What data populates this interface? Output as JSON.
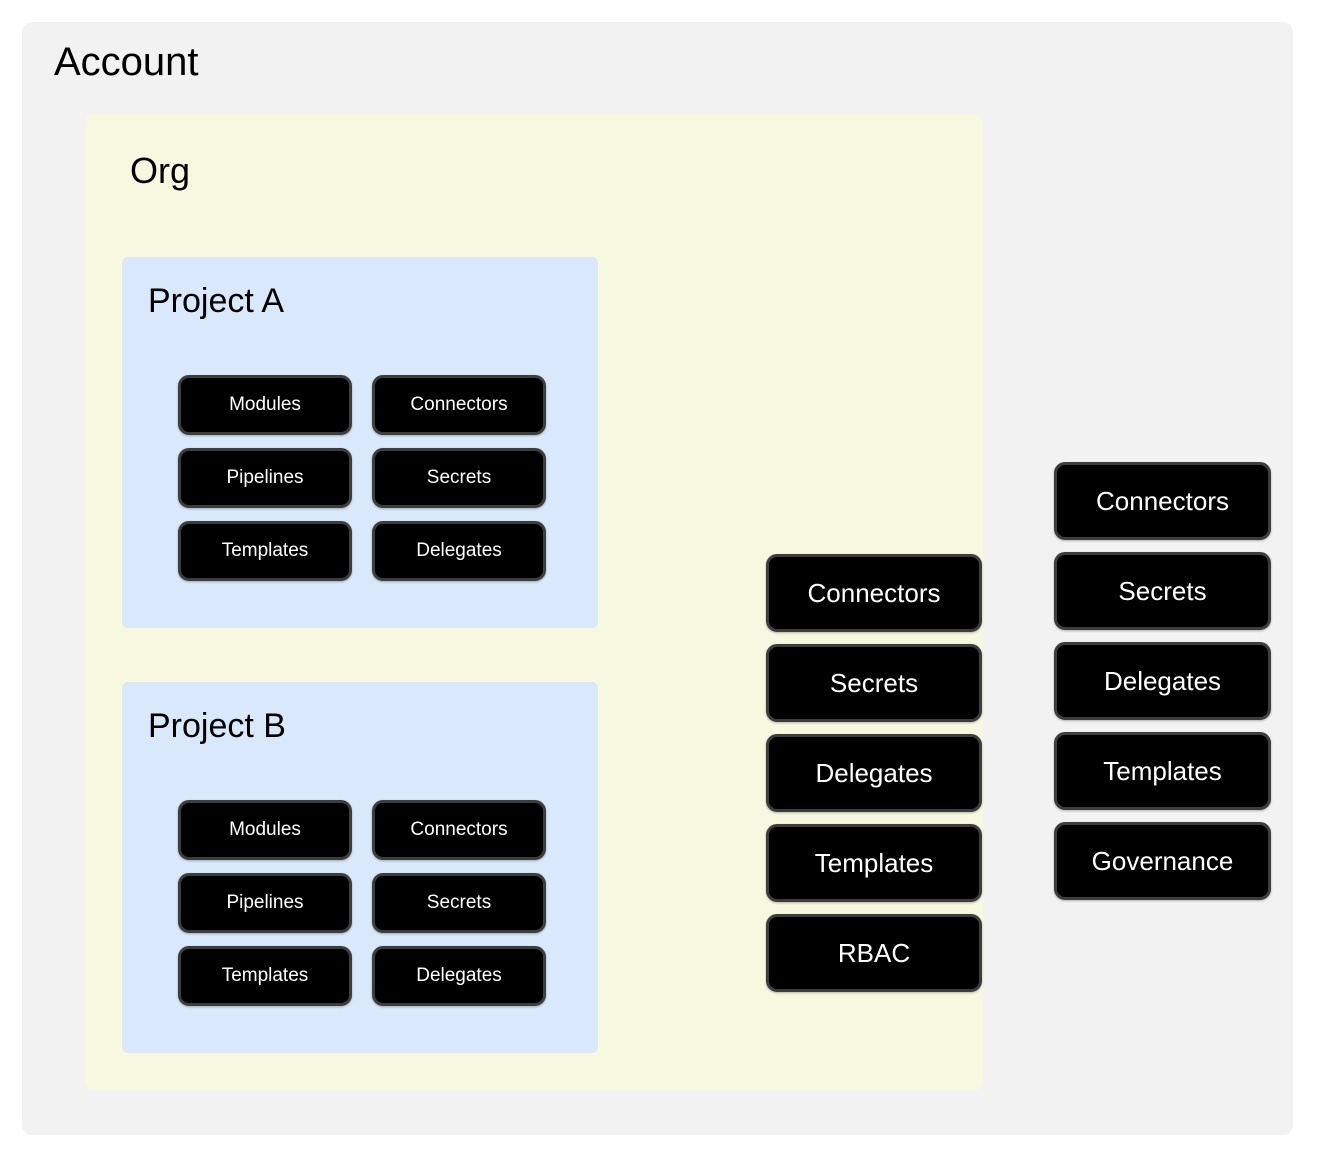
{
  "colors": {
    "page_background": "#ffffff",
    "account_scope_fill": "#f2f2f2",
    "org_scope_fill": "#f6f9e0",
    "project_scope_fill": "#d9e8fb",
    "node_fill": "#000000",
    "node_border": "#3d3d3d",
    "node_text": "#ffffff",
    "title_text": "#000000"
  },
  "diagram": {
    "type": "nested-scope-hierarchy",
    "account": {
      "title": "Account",
      "org": {
        "title": "Org",
        "projects": [
          {
            "title": "Project A",
            "nodes": [
              "Modules",
              "Connectors",
              "Pipelines",
              "Secrets",
              "Templates",
              "Delegates"
            ]
          },
          {
            "title": "Project B",
            "nodes": [
              "Modules",
              "Connectors",
              "Pipelines",
              "Secrets",
              "Templates",
              "Delegates"
            ]
          }
        ],
        "org_level_nodes": [
          "Connectors",
          "Secrets",
          "Delegates",
          "Templates",
          "RBAC"
        ]
      },
      "account_level_nodes": [
        "Connectors",
        "Secrets",
        "Delegates",
        "Templates",
        "Governance"
      ]
    }
  }
}
